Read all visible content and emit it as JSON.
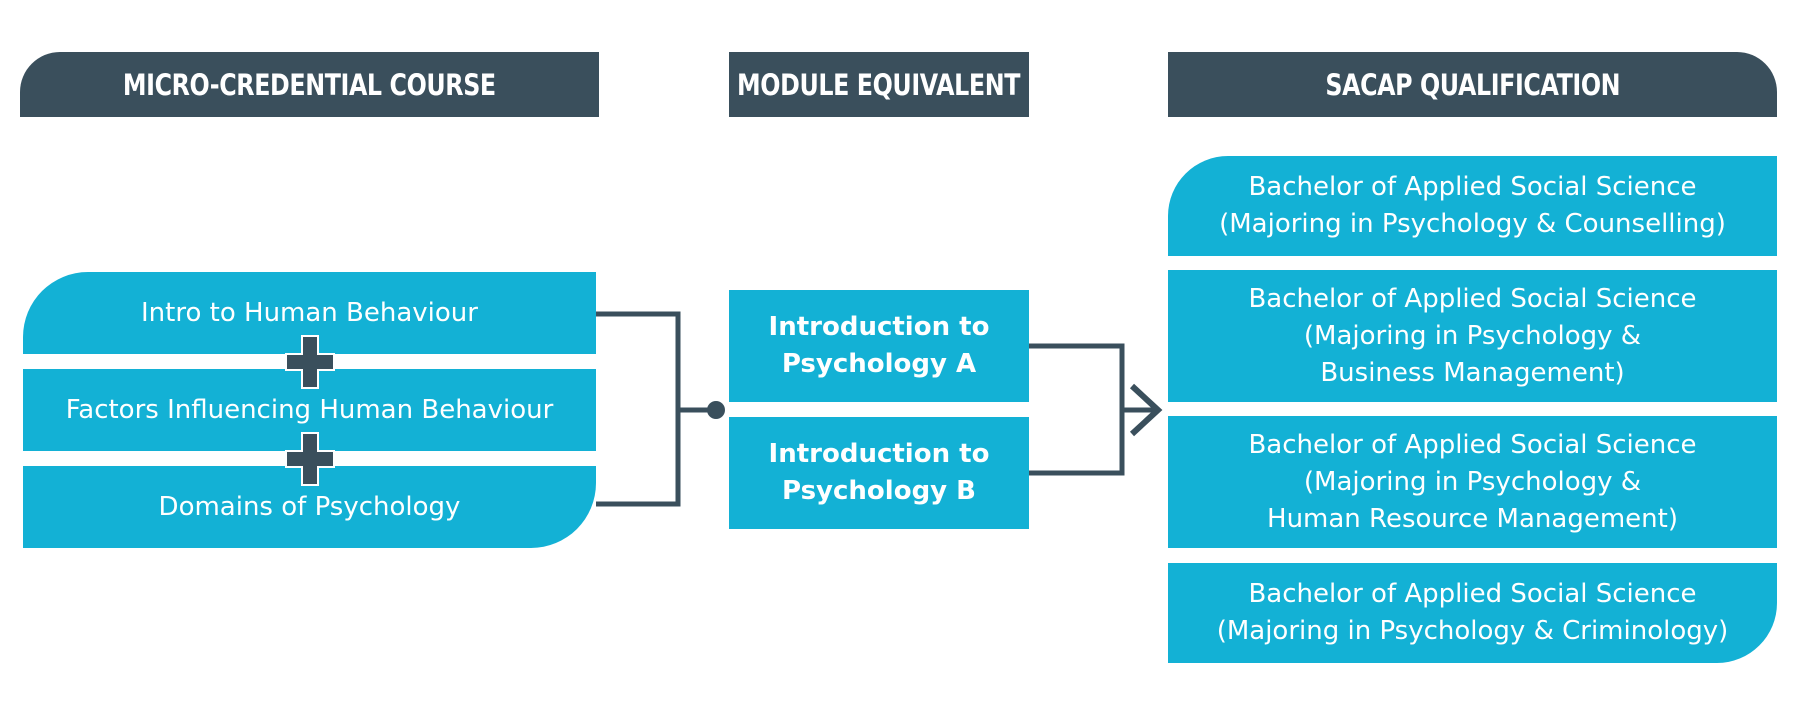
{
  "headers": {
    "course": "MICRO-CREDENTIAL COURSE",
    "module": "MODULE EQUIVALENT",
    "qualification": "SACAP QUALIFICATION"
  },
  "courses": [
    "Intro to Human Behaviour",
    "Factors Influencing Human Behaviour",
    "Domains of Psychology"
  ],
  "modules": [
    "Introduction to\nPsychology A",
    "Introduction to\nPsychology B"
  ],
  "qualifications": [
    "Bachelor of Applied Social Science\n(Majoring in Psychology & Counselling)",
    "Bachelor of Applied Social Science\n(Majoring in Psychology &\nBusiness Management)",
    "Bachelor of Applied Social Science\n(Majoring in Psychology &\nHuman Resource Management)",
    "Bachelor of Applied Social Science\n(Majoring in Psychology & Criminology)"
  ],
  "colors": {
    "header": "#3a4f5c",
    "box": "#13b1d5",
    "connector": "#3a4f5c"
  },
  "icons": [
    "plus-icon",
    "junction-dot-icon",
    "arrow-right-icon"
  ]
}
